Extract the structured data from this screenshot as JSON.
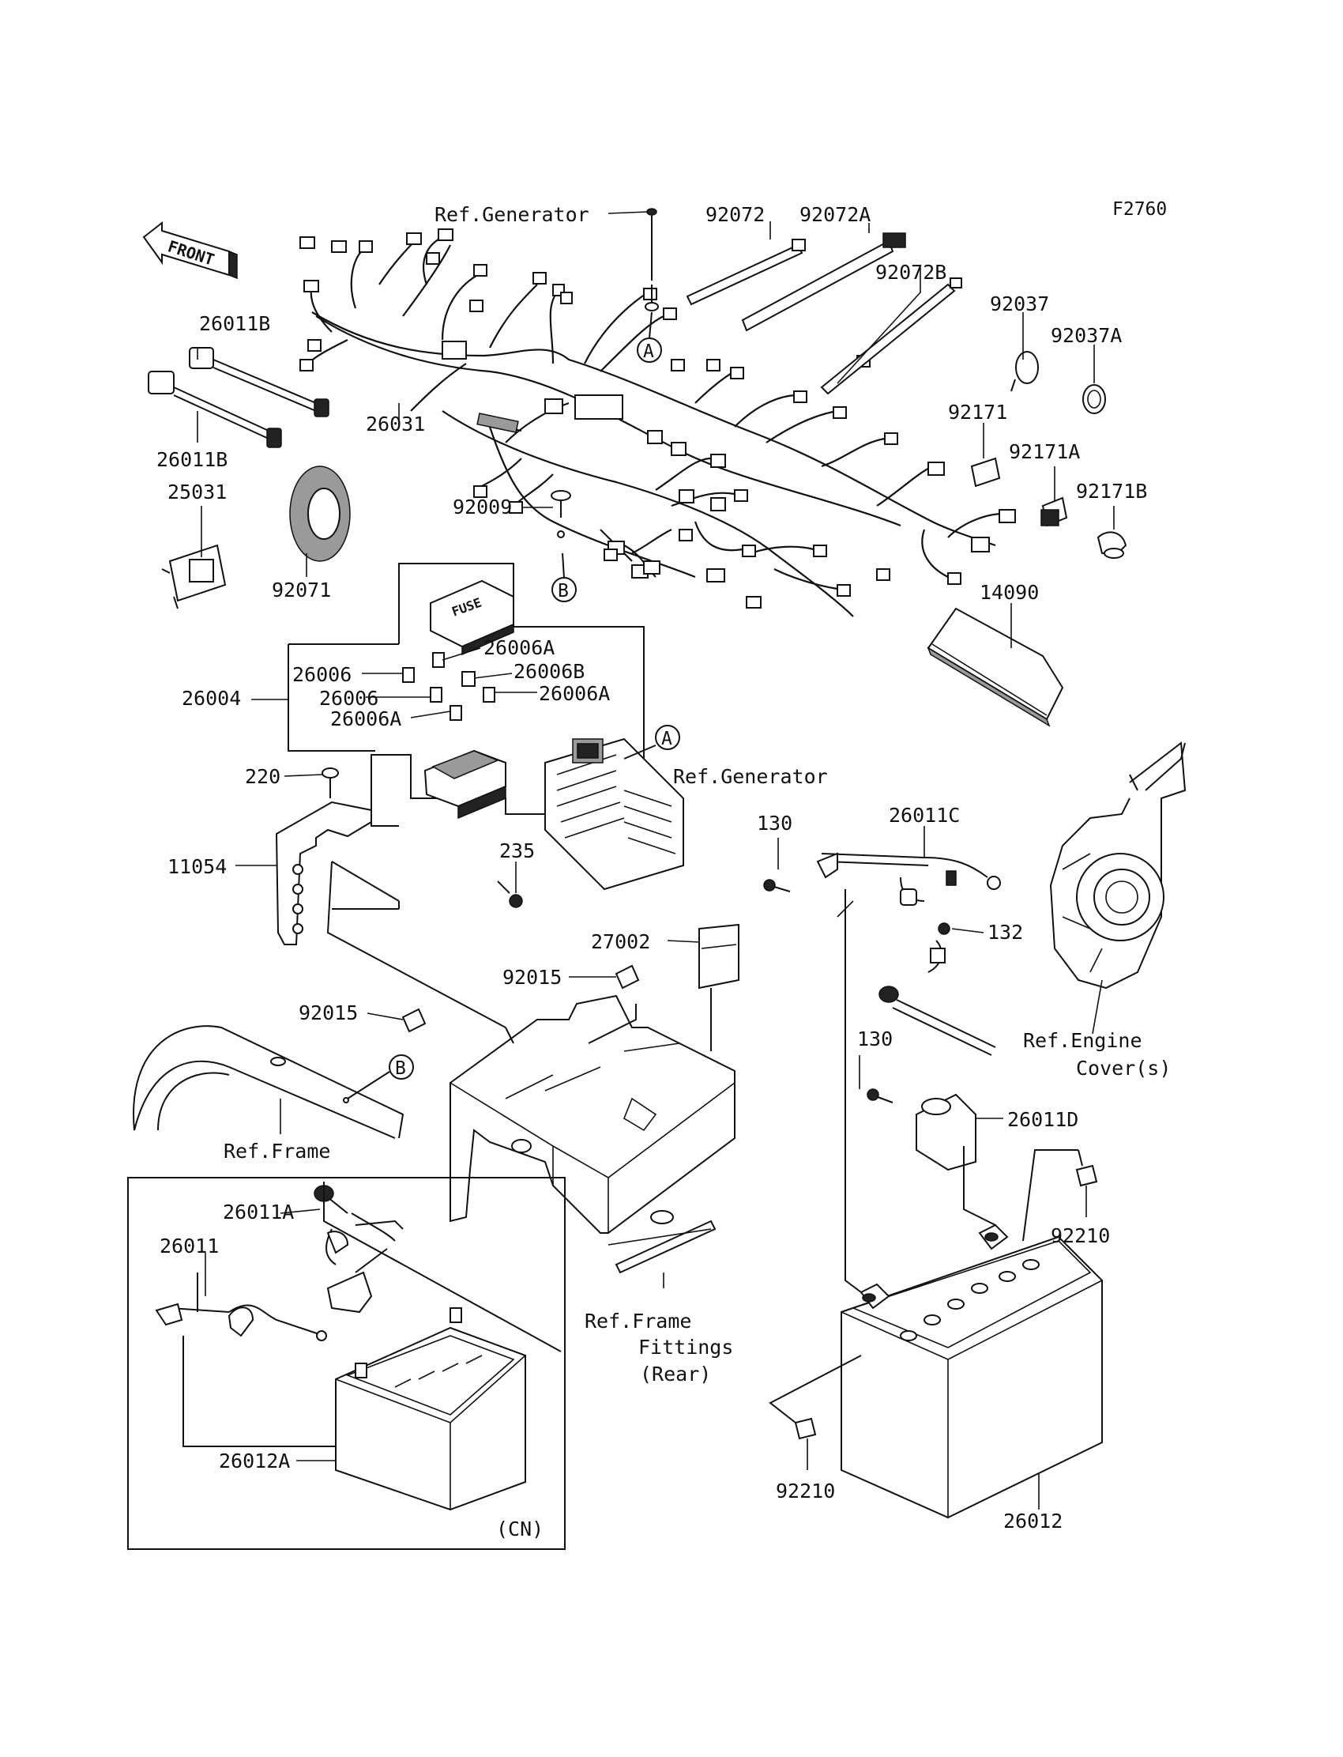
{
  "diagram_code": "F2760",
  "direction_label": "FRONT",
  "fuse_text": "FUSE",
  "part_labels": {
    "p26031": "26031",
    "p26011B_top": "26011B",
    "p26011B_bottom": "26011B",
    "p25031": "25031",
    "p92071": "92071",
    "p92009": "92009",
    "p92072": "92072",
    "p92072A": "92072A",
    "p92072B": "92072B",
    "p92037": "92037",
    "p92037A": "92037A",
    "p92171": "92171",
    "p92171A": "92171A",
    "p92171B": "92171B",
    "p14090": "14090",
    "p26004": "26004",
    "p26006_1": "26006",
    "p26006_2": "26006",
    "p26006A_1": "26006A",
    "p26006A_2": "26006A",
    "p26006A_3": "26006A",
    "p26006B": "26006B",
    "p220": "220",
    "p11054": "11054",
    "p235": "235",
    "p27002": "27002",
    "p92015_1": "92015",
    "p92015_2": "92015",
    "p130_1": "130",
    "p130_2": "130",
    "p26011C": "26011C",
    "p132": "132",
    "p26011D": "26011D",
    "p92210_1": "92210",
    "p92210_2": "92210",
    "p26012": "26012",
    "p26011A": "26011A",
    "p26011": "26011",
    "p26012A": "26012A",
    "cn": "(CN)"
  },
  "references": {
    "generator_top": "Ref.Generator",
    "generator_mid": "Ref.Generator",
    "engine_cover_1": "Ref.Engine",
    "engine_cover_2": "Cover(s)",
    "frame": "Ref.Frame",
    "frame_fittings_1": "Ref.Frame",
    "frame_fittings_2": "Fittings",
    "frame_fittings_3": "(Rear)"
  },
  "callouts": {
    "a_top": "A",
    "a_mid": "A",
    "b_top": "B",
    "b_mid": "B"
  }
}
